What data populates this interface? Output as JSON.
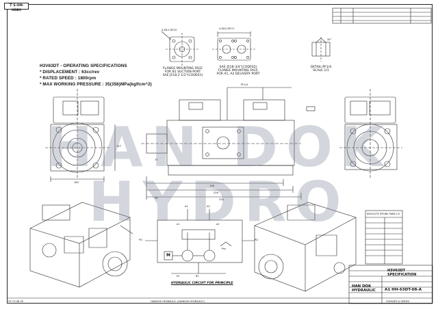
{
  "stamp_top_left": "下 S-OM-UDEO",
  "spec": {
    "title": "H3V63DT - OPERATING SPECIFICATIONS",
    "line1": "* DISPLACEMENT : 63cc/rev",
    "line2": "* RATED SPEED : 1800rpm",
    "line3": "* MAX WORKING PRESSURE : 35(356)MPa(kgf/cm^2)"
  },
  "flange_suction": {
    "caption1": "FLANGE MOUNTING FACE",
    "caption2": "FOR B1 SUCTION PORT",
    "caption3": "SAE J518-2 1/2\"(CODE61)",
    "note": "4-M12 DP.20"
  },
  "flange_delivery": {
    "caption1": "SAE-J518-3/4\"(CODE62)",
    "caption2": "FLANGE MOUNTING FACE",
    "caption3": "FOR A1, A2 DELIVERY PORT",
    "note": "4-M10 DP.17"
  },
  "detail": {
    "caption": "DETAIL-PF1/4",
    "scale": "SCALE 1/1",
    "angle": "30°"
  },
  "dims": {
    "d1": "315",
    "d2": "226",
    "d3": "136",
    "d4": "77",
    "d5": "180",
    "d6": "157",
    "d7": "79",
    "pf": "PF1/4"
  },
  "circuit": {
    "caption": "HYDRAULIC CIRCUIT FOR PRINCIPLE",
    "motor": "M",
    "ports": [
      "A1",
      "A2",
      "B1",
      "Dr",
      "Pi1",
      "Pi2",
      "Psv",
      "a1",
      "a2"
    ]
  },
  "watermark": "HAN DOK HYDRO",
  "invol_header": "INVOLUTE SPLINE PARA.I D",
  "titleblock": {
    "company1": "HAN DOK",
    "company2": "HYDRAULIC",
    "doc_title": "SPECIFICATION",
    "model": "H3V63DT",
    "drawing_no": "A1  HH-63DT-08-A"
  },
  "footer": {
    "left": "HT  23  08  05",
    "center": "HANDOK HYDRAULIC (HANDOK HYDRAULIC)",
    "right": "H3V63DT-A SERIES"
  }
}
